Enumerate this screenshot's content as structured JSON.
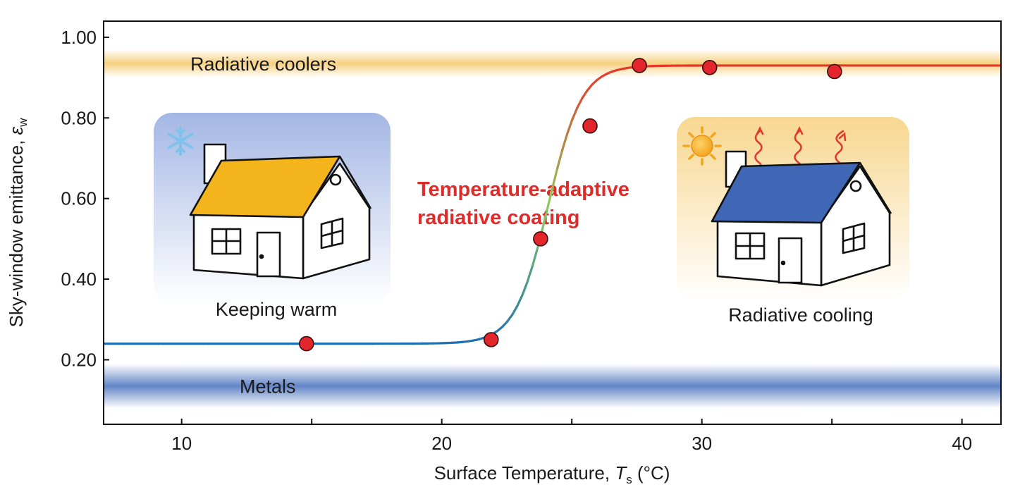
{
  "chart_data": {
    "type": "line",
    "xlabel_main": "Surface Temperature, ",
    "xlabel_var": "T",
    "xlabel_sub": "s",
    "xlabel_unit": " (°C)",
    "ylabel_main": "Sky-window emittance, ",
    "ylabel_var": "ε",
    "ylabel_sub": "w",
    "xlim": [
      7,
      41.5
    ],
    "ylim": [
      0.04,
      1.04
    ],
    "x_ticks": [
      10,
      20,
      30,
      40
    ],
    "x_minor_ticks": [
      15,
      25,
      35
    ],
    "y_ticks": [
      0.2,
      0.4,
      0.6,
      0.8,
      1.0
    ],
    "x_tick_labels": [
      "10",
      "20",
      "30",
      "40"
    ],
    "y_tick_labels": [
      "0.20",
      "0.40",
      "0.60",
      "0.80",
      "1.00"
    ],
    "grid": false,
    "series": [
      {
        "kind": "measured points",
        "marker": "circle",
        "color": "#e3262b",
        "x": [
          14.8,
          21.9,
          23.8,
          25.7,
          27.6,
          30.3,
          35.1
        ],
        "y": [
          0.24,
          0.25,
          0.5,
          0.78,
          0.93,
          0.925,
          0.915
        ]
      },
      {
        "kind": "fitted curve",
        "low": 0.24,
        "high": 0.93,
        "midpoint": 24.1,
        "steepness": 1.55,
        "color_low": "#1f6fb2",
        "color_high": "#e8352a"
      }
    ],
    "bands": [
      {
        "label": "Radiative coolers",
        "y_center": 0.935,
        "half_height": 0.035,
        "color": "#f4c96b"
      },
      {
        "label": "Metals",
        "y_center": 0.135,
        "half_height": 0.055,
        "color": "#5a7fc4"
      }
    ],
    "annotation": [
      "Temperature-adaptive",
      "radiative coating"
    ],
    "captions": {
      "left": "Keeping warm",
      "right": "Radiative cooling"
    }
  },
  "colors": {
    "warm_roof": "#f3b41c",
    "cool_roof": "#3f67b5",
    "cold_glow": "#9fb3e3",
    "hot_glow": "#f7d58a",
    "sun": "#f2a51e",
    "snowflake": "#7fc3ec",
    "heat_wave": "#e23a2e"
  },
  "icons": [
    "snowflake-icon",
    "sun-icon",
    "heat-wave-icon",
    "house-icon"
  ]
}
